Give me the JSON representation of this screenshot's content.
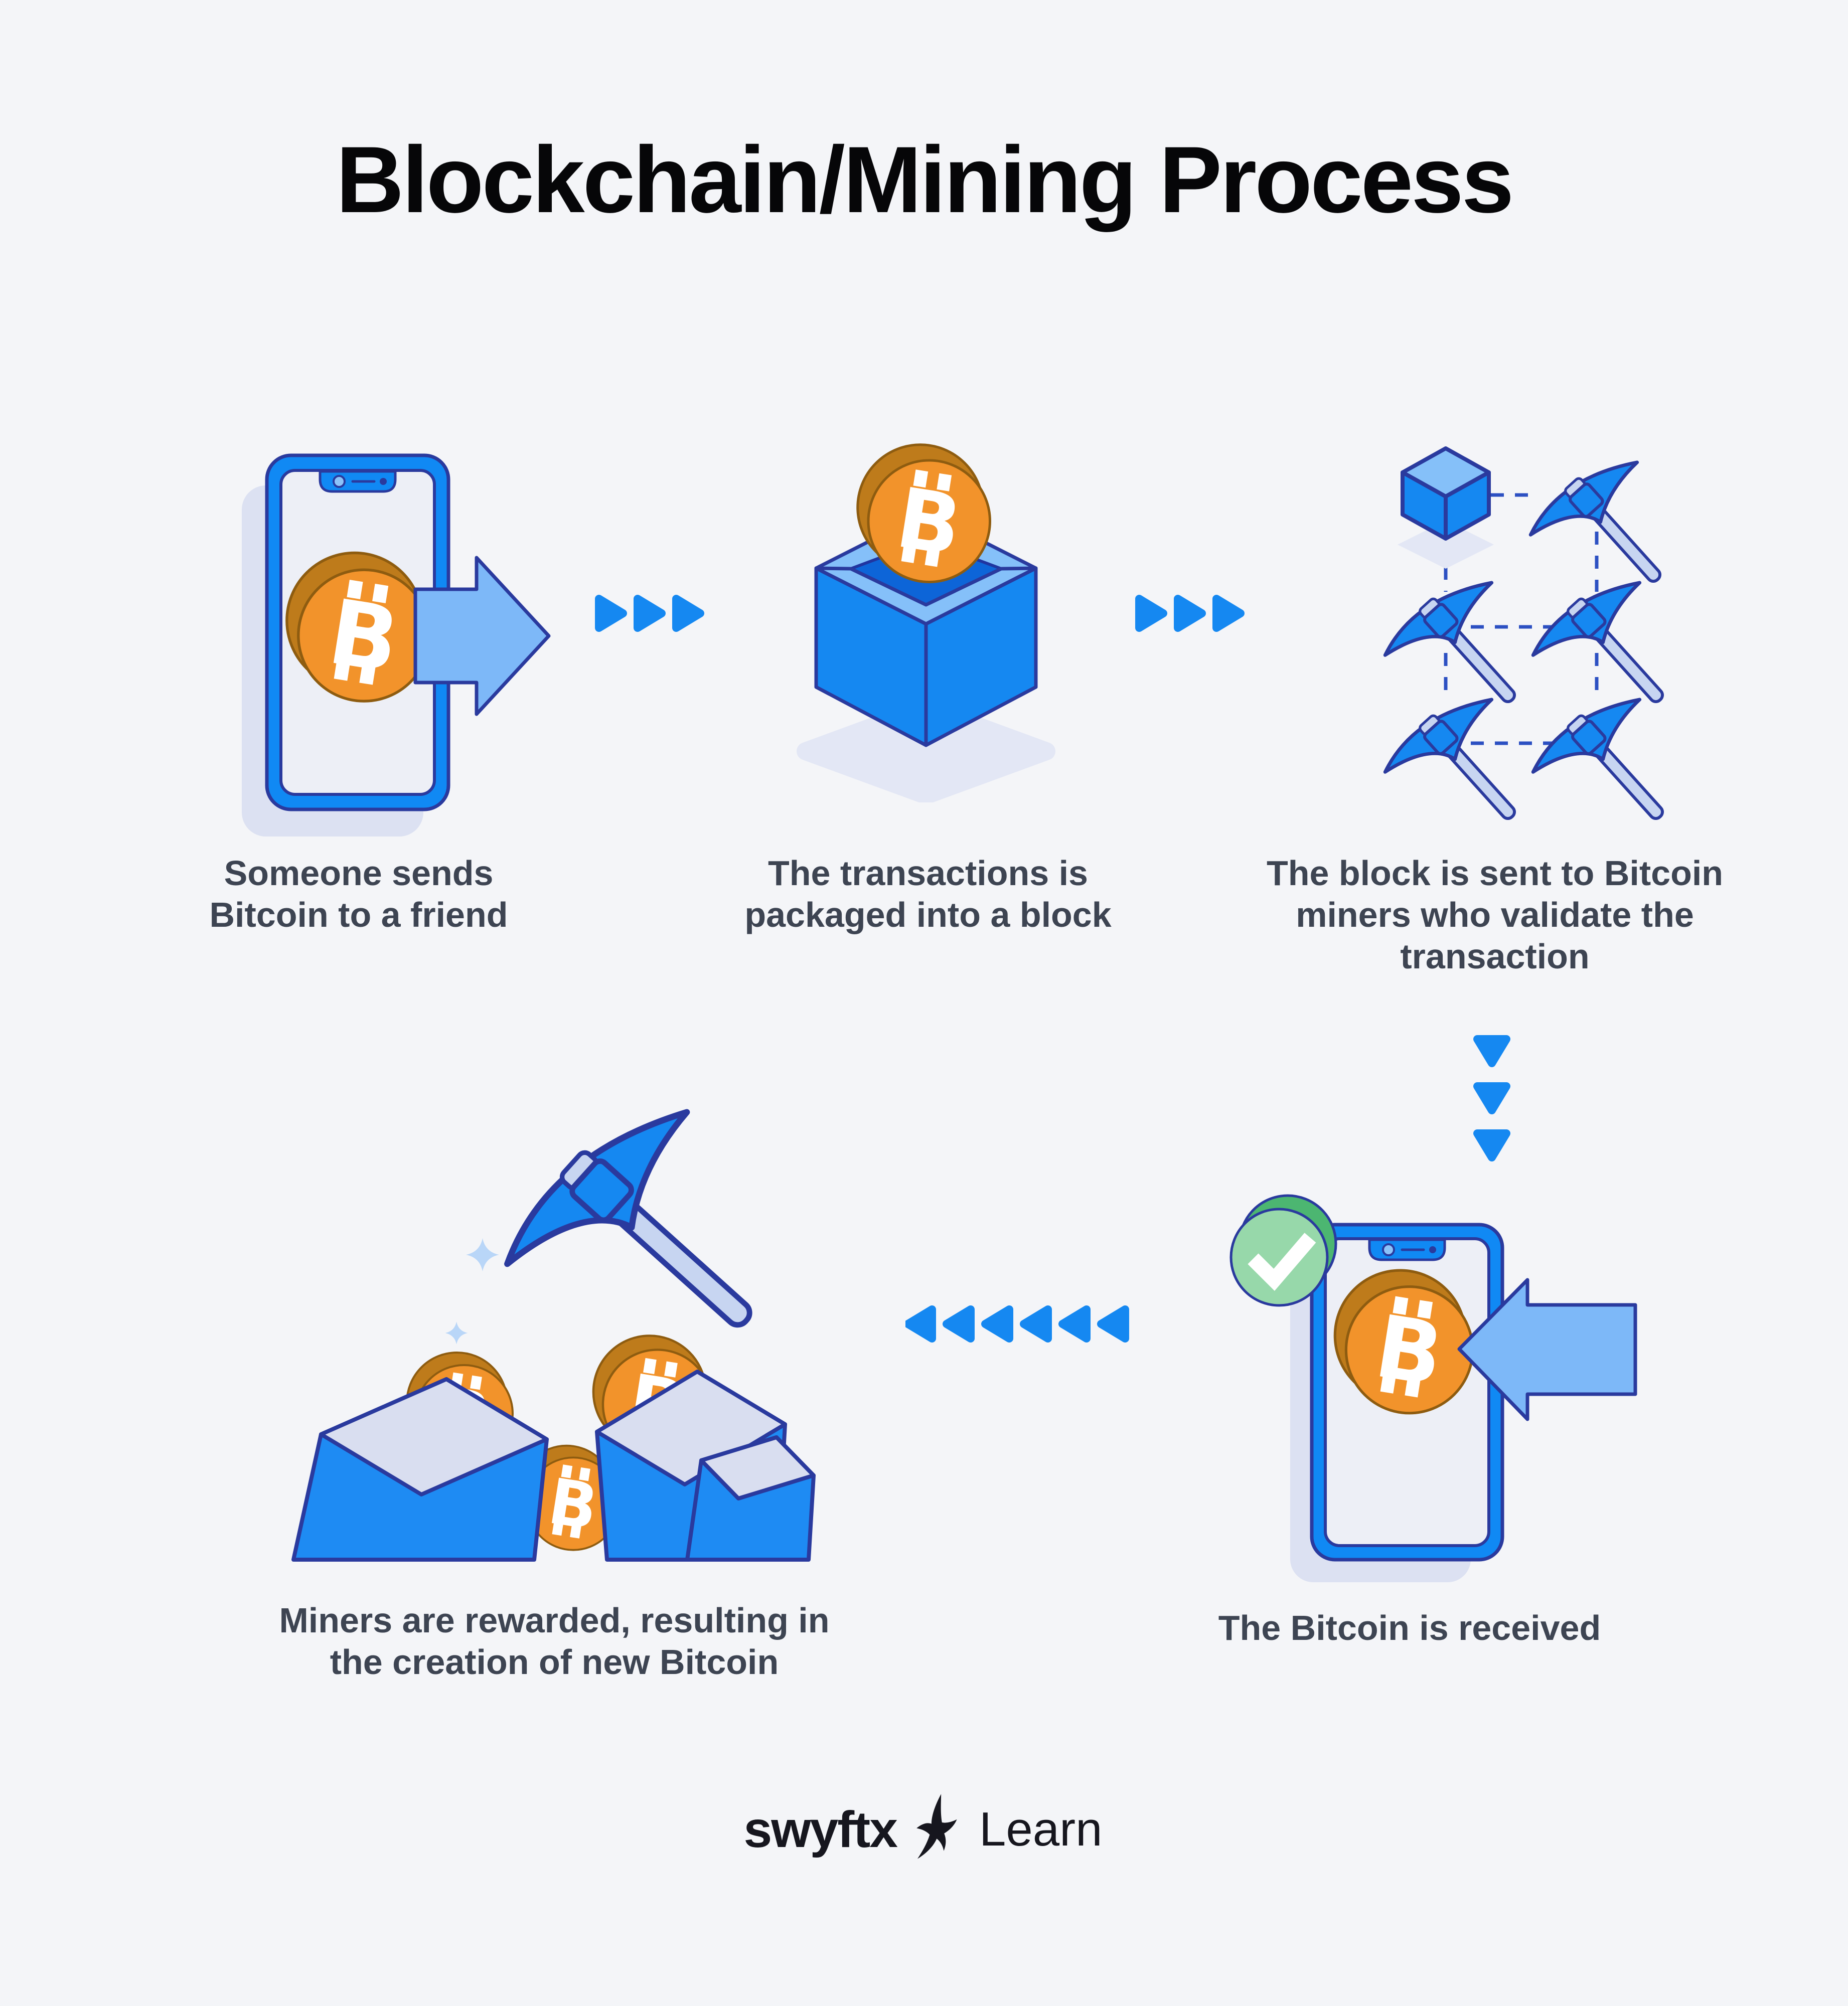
{
  "title": "Blockchain/Mining Process",
  "steps": [
    {
      "id": 1,
      "illustration": "phone-send",
      "lines": [
        "Someone sends",
        "Bitcoin to a friend"
      ]
    },
    {
      "id": 2,
      "illustration": "block-cube",
      "lines": [
        "The transactions is",
        "packaged into a block"
      ]
    },
    {
      "id": 3,
      "illustration": "miner-network",
      "lines": [
        "The block is sent to Bitcoin",
        "miners who validate the",
        "transaction"
      ]
    },
    {
      "id": 4,
      "illustration": "reward-pile",
      "lines": [
        "Miners are rewarded, resulting in",
        "the creation of new Bitcoin"
      ]
    },
    {
      "id": 5,
      "illustration": "phone-receive",
      "lines": [
        "The Bitcoin is received"
      ]
    }
  ],
  "coin": {
    "symbol": "B"
  },
  "logo": {
    "brand": "swyftx",
    "product": "Learn"
  },
  "icons": [
    "phone-send-icon",
    "bitcoin-coin-icon",
    "arrow-right-icon",
    "block-cube-icon",
    "pickaxe-icon",
    "miner-network-icon",
    "dashed-link-lines",
    "check-circle-icon",
    "arrow-left-icon",
    "phone-receive-icon",
    "rock-pile-icon",
    "sparkle-icon",
    "chevron-triple-right-icon",
    "chevron-triple-down-icon",
    "chevron-six-left-icon",
    "swift-bird-icon"
  ],
  "colors": {
    "background": "#F4F5F8",
    "title_text": "#060608",
    "caption_text": "#3D4452",
    "accent_blue": "#1588F1",
    "navy_outline": "#2A3A9E",
    "dashed_line_blue": "#2C50C2",
    "light_arrow_blue": "#7DB8F8",
    "phone_screen": "#EDEFF6",
    "lavender_shadow": "#DCE1F2",
    "rock_top_lavender": "#D9DEF0",
    "handle_lavender": "#C7D5F1",
    "cube_top_blue": "#85C0F9",
    "slot_dark_blue": "#0D65D8",
    "coin_orange": "#F2932B",
    "coin_edge_brown": "#BE7B1B",
    "coin_outline": "#8E5C10",
    "green_check_front": "#97D8AA",
    "green_check_back": "#4CB671",
    "sparkle_blue": "#B9D6F8",
    "logo_text": "#16161E"
  }
}
